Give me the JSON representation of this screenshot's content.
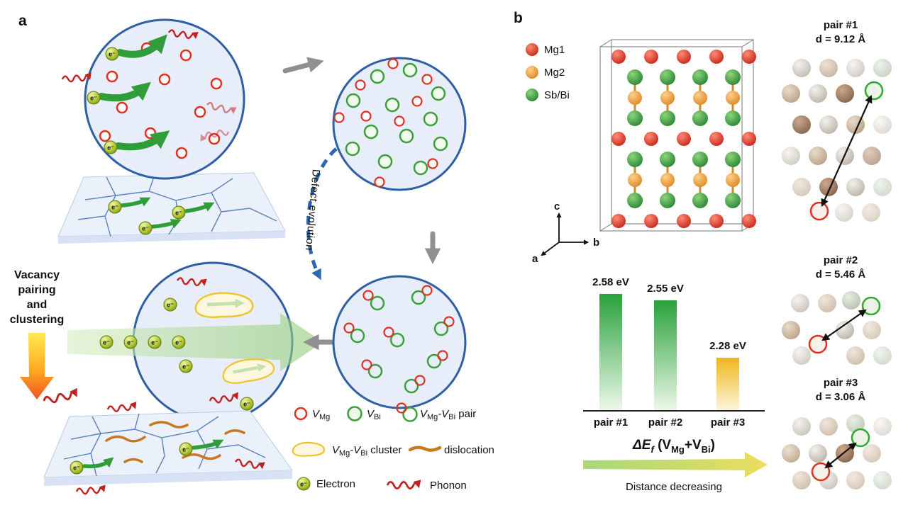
{
  "colors": {
    "circle_outline_blue": "#2e5fa3",
    "mg_vacancy_red": "#e03020",
    "bi_vacancy_green": "#3aa03a",
    "cluster_yellow": "#eec531",
    "dislocation_orange": "#c8781e",
    "electron_green": "#7d9a10",
    "phonon_red": "#c21f1f",
    "bar_green": "#2fa83c",
    "bar_yellow": "#f0b51c"
  },
  "figure": {
    "panel_a_label": "a",
    "panel_b_label": "b"
  },
  "panel_a": {
    "vacancy_arrow_text": "Vacancy pairing and clustering",
    "defect_evolution_label": "Defect evolution",
    "electron_symbol": "e⁻",
    "legend": {
      "v": "V",
      "sub_mg": "Mg",
      "sub_bi": "Bi",
      "dash_v": "-V",
      "pair_word": " pair",
      "cluster_word": " cluster",
      "dislocation": "dislocation",
      "electron": "Electron",
      "phonon": "Phonon"
    }
  },
  "panel_b": {
    "legend": [
      {
        "name": "Mg1"
      },
      {
        "name": "Mg2"
      },
      {
        "name": "Sb/Bi"
      }
    ],
    "axes": {
      "a": "a",
      "b": "b",
      "c": "c"
    },
    "pairs": [
      {
        "title": "pair #1",
        "distance": "d = 9.12 Å"
      },
      {
        "title": "pair #2",
        "distance": "d = 5.46 Å"
      },
      {
        "title": "pair #3",
        "distance": "d = 3.06 Å"
      }
    ],
    "xaxis_title_parts": {
      "delta_e": "ΔE",
      "f_sub": "f",
      "open": " (V",
      "sub_mg": "Mg",
      "plus": "+V",
      "sub_bi": "Bi",
      "close": ")"
    },
    "distance_note": "Distance decreasing"
  },
  "chart_data": {
    "type": "bar",
    "categories": [
      "pair #1",
      "pair #2",
      "pair #3"
    ],
    "values": [
      2.58,
      2.55,
      2.28
    ],
    "value_labels": [
      "2.58 eV",
      "2.55 eV",
      "2.28 eV"
    ],
    "title": "",
    "xlabel": "ΔEf (VMg+VBi)",
    "ylabel": "",
    "legend_position": "none",
    "grid": false,
    "bar_colors": [
      "#2fa83c",
      "#2fa83c",
      "#f0b51c"
    ],
    "annotation": "Distance decreasing"
  }
}
